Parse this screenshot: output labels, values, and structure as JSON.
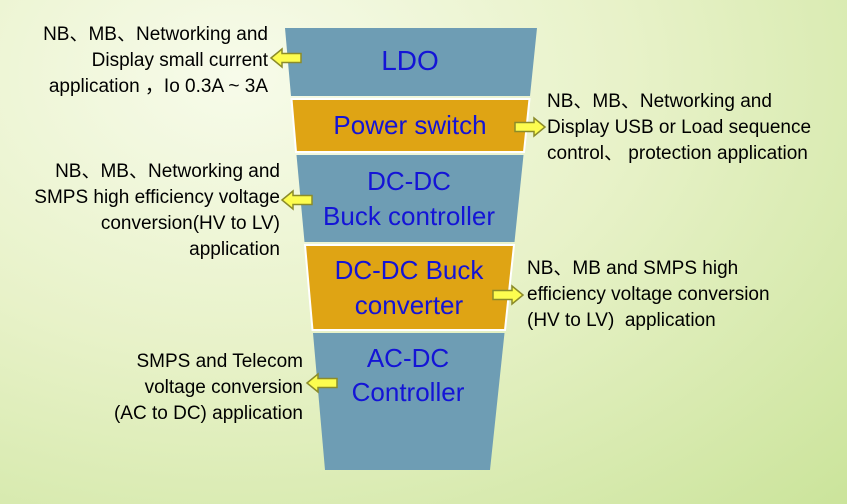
{
  "colors": {
    "segment_teal": "#6e9db4",
    "segment_orange": "#dfa414",
    "segment_label_blue": "#1414d6",
    "arrow_fill": "#fdfd4f",
    "arrow_stroke": "#8c8c2a",
    "annotation_text": "#000000",
    "background_light": "#f7fbea",
    "background_dark": "#cbe49b"
  },
  "funnel": {
    "segments": [
      {
        "id": "ldo",
        "label": "LDO",
        "fill": "#6e9db4"
      },
      {
        "id": "power-switch",
        "label": "Power switch",
        "fill": "#dfa414"
      },
      {
        "id": "dcdc-buck-controller",
        "label": "DC-DC\nBuck controller",
        "fill": "#6e9db4"
      },
      {
        "id": "dcdc-buck-converter",
        "label": "DC-DC Buck\nconverter",
        "fill": "#dfa414"
      },
      {
        "id": "acdc-controller",
        "label": "AC-DC\nController",
        "fill": "#6e9db4"
      }
    ]
  },
  "annotations": {
    "left": [
      {
        "text": "NB、MB、Networking and\nDisplay small current\napplication ，Io 0.3A ~ 3A"
      },
      {
        "text": "NB、MB、Networking and\nSMPS high efficiency voltage\nconversion(HV to LV)\napplication"
      },
      {
        "text": "SMPS and Telecom\nvoltage conversion\n(AC to DC) application"
      }
    ],
    "right": [
      {
        "text": "NB、MB、Networking and\nDisplay USB or Load sequence\ncontrol、 protection application"
      },
      {
        "text": "NB、MB and SMPS high\nefficiency voltage conversion\n(HV to LV)  application"
      }
    ]
  }
}
